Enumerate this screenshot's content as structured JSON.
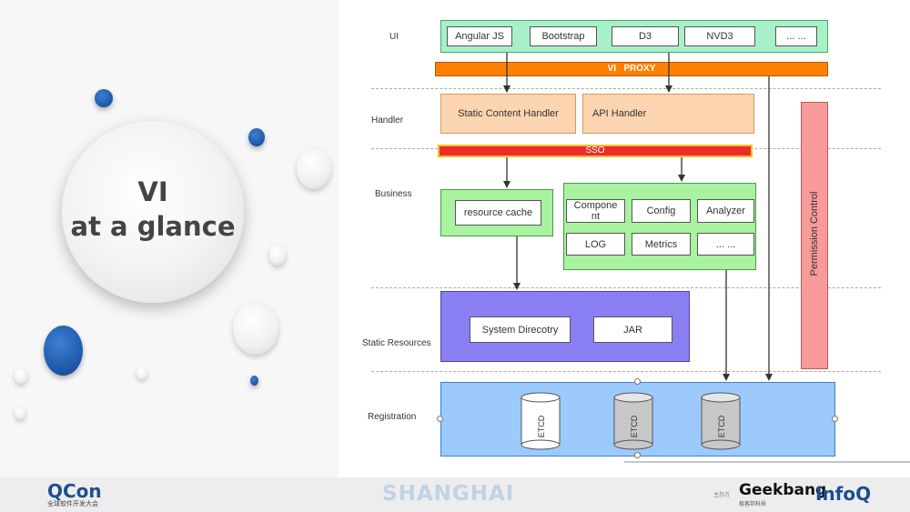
{
  "slide": {
    "title_line1": "VI",
    "title_line2": "at a glance"
  },
  "layers": {
    "ui": "UI",
    "handler": "Handler",
    "business": "Business",
    "static_resources": "Static Resources",
    "registration": "Registration"
  },
  "ui": {
    "items": [
      "Angular JS",
      "Bootstrap",
      "D3",
      "NVD3",
      "... ..."
    ]
  },
  "proxy_label": "VI   PROXY",
  "handlers": {
    "static": "Static Content Handler",
    "api": "API Handler"
  },
  "sso_label": "SSO",
  "business": {
    "resource_cache": "resource cache",
    "component_line1": "Compone",
    "component_line2": "nt",
    "config": "Config",
    "analyzer": "Analyzer",
    "log": "LOG",
    "metrics": "Metrics",
    "more": "... ..."
  },
  "static_resources": {
    "system_directory": "System Direcotry",
    "jar": "JAR"
  },
  "permission_label": "Permission Control",
  "etcd_label": "ETCD",
  "colors": {
    "ui_green": "#a8f0c8",
    "proxy_orange": "#ff8000",
    "handler_peach": "#fcd5b0",
    "sso_red": "#ee2b2b",
    "business_green": "#a8f2a0",
    "static_purple": "#8a7ff2",
    "registration_blue": "#9ccafc",
    "permission_pink": "#f99a9a",
    "accent_blue": "#1c56a8"
  },
  "footer": {
    "qcon": "QCon",
    "qcon_subtitle": "全球软件开发大会",
    "city": "SHANGHAI",
    "sponsor_label": "主办方",
    "geekbang": "Geekbang",
    "geekbang_subtitle": "极客邦科技",
    "infoq": "InfoQ"
  }
}
